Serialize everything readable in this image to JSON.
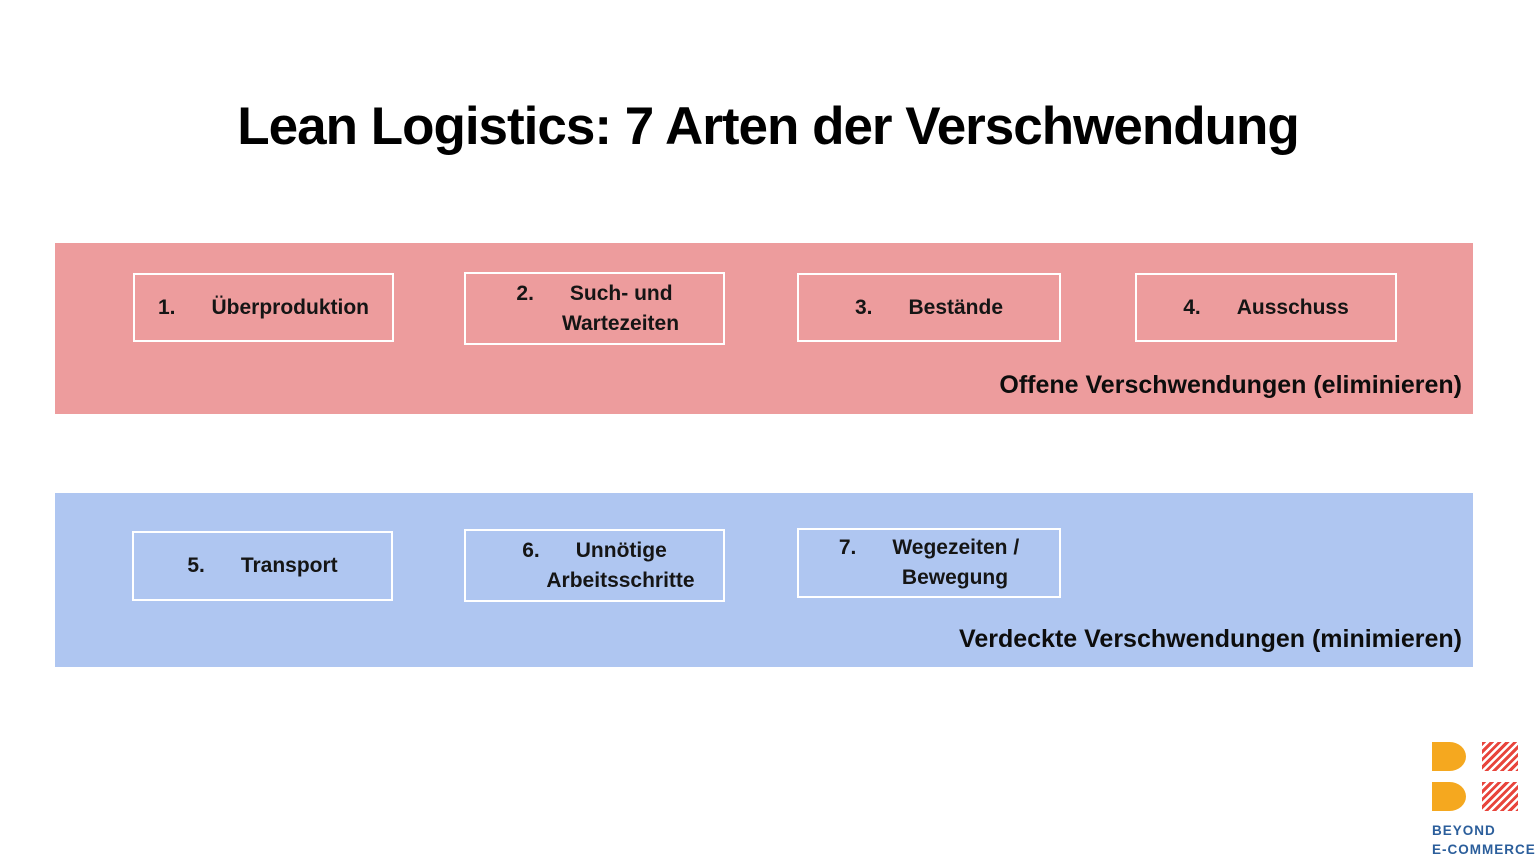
{
  "title": "Lean Logistics: 7 Arten der Verschwendung",
  "bands": {
    "open": {
      "label": "Offene Verschwendungen (eliminieren)",
      "color": "#ED9C9D",
      "items": [
        {
          "num": "1.",
          "line1": "Überproduktion"
        },
        {
          "num": "2.",
          "line1": "Such- und",
          "line2": "Wartezeiten"
        },
        {
          "num": "3.",
          "line1": "Bestände"
        },
        {
          "num": "4.",
          "line1": "Ausschuss"
        }
      ]
    },
    "hidden": {
      "label": "Verdeckte Verschwendungen (minimieren)",
      "color": "#AFC6F1",
      "items": [
        {
          "num": "5.",
          "line1": "Transport"
        },
        {
          "num": "6.",
          "line1": "Unnötige",
          "line2": "Arbeitsschritte"
        },
        {
          "num": "7.",
          "line1": "Wegezeiten /",
          "line2": "Bewegung"
        }
      ]
    }
  },
  "logo": {
    "name_line1": "BEYOND",
    "name_line2": "E-COMMERCE",
    "colors": {
      "yellow": "#F5A81F",
      "red": "#E8453C",
      "blue": "#2B5E9B"
    }
  }
}
